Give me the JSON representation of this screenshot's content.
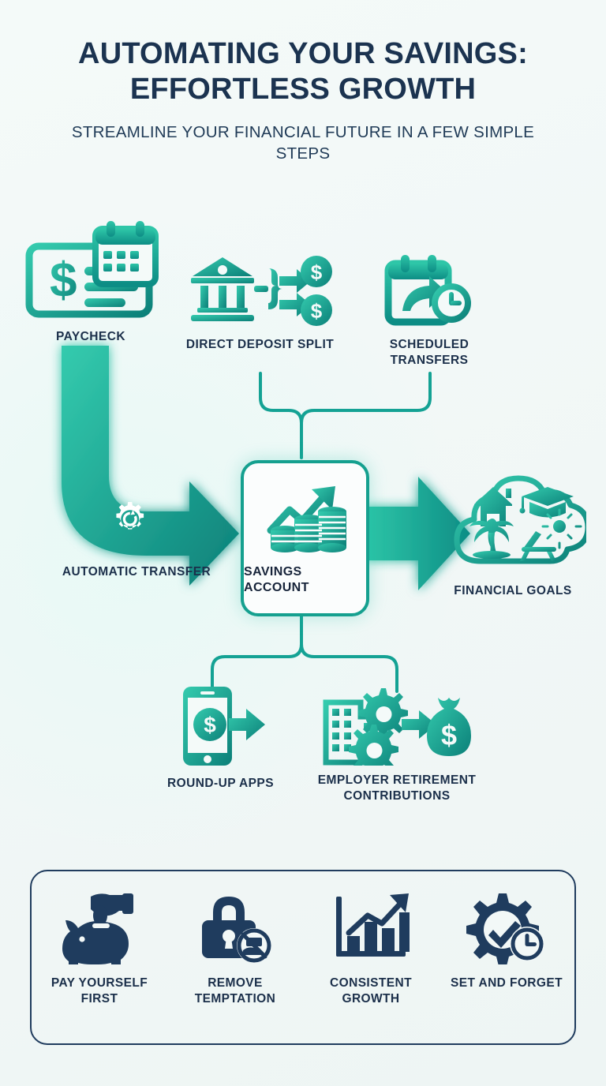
{
  "header": {
    "title": "AUTOMATING YOUR SAVINGS: EFFORTLESS GROWTH",
    "title_line1": "AUTOMATING YOUR SAVINGS:",
    "title_line2": "EFFORTLESS GROWTH",
    "subtitle": "STREAMLINE YOUR FINANCIAL FUTURE IN A FEW SIMPLE STEPS"
  },
  "colors": {
    "background": "#f2f8f7",
    "teal_dark": "#0e8d82",
    "teal": "#17a896",
    "teal_light": "#2fc3a5",
    "navy": "#1b2f4a",
    "navy_border": "#203c5e",
    "box_fill": "#fbfdfd"
  },
  "diagram": {
    "sources": [
      {
        "id": "paycheck",
        "label": "PAYCHECK",
        "icon": "check-calendar-icon"
      },
      {
        "id": "direct-deposit-split",
        "label": "DIRECT DEPOSIT SPLIT",
        "icon": "bank-split-arrows-icon"
      },
      {
        "id": "scheduled-transfers",
        "label": "SCHEDULED TRANSFERS",
        "icon": "calendar-clock-arrow-icon"
      }
    ],
    "flow": {
      "automatic_transfer": {
        "label": "AUTOMATIC TRANSFER",
        "icon": "gear-refresh-icon"
      },
      "center": {
        "label": "SAVINGS ACCOUNT",
        "icon": "growth-arrow-coins-icon"
      },
      "goal": {
        "label": "FINANCIAL GOALS",
        "icon": "cloud-goals-icon"
      }
    },
    "contributors": [
      {
        "id": "round-up-apps",
        "label": "ROUND-UP APPS",
        "icon": "phone-dollar-arrow-icon"
      },
      {
        "id": "employer-retirement",
        "label": "EMPLOYER RETIREMENT CONTRIBUTIONS",
        "icon": "building-gears-moneybag-icon"
      }
    ]
  },
  "benefits": [
    {
      "id": "pay-yourself-first",
      "label": "PAY YOURSELF FIRST",
      "icon": "piggy-bank-hand-coin-icon"
    },
    {
      "id": "remove-temptation",
      "label": "REMOVE TEMPTATION",
      "icon": "padlock-no-hand-icon"
    },
    {
      "id": "consistent-growth",
      "label": "CONSISTENT GROWTH",
      "icon": "bar-chart-up-arrow-icon"
    },
    {
      "id": "set-and-forget",
      "label": "SET AND FORGET",
      "icon": "gear-check-clock-icon"
    }
  ]
}
